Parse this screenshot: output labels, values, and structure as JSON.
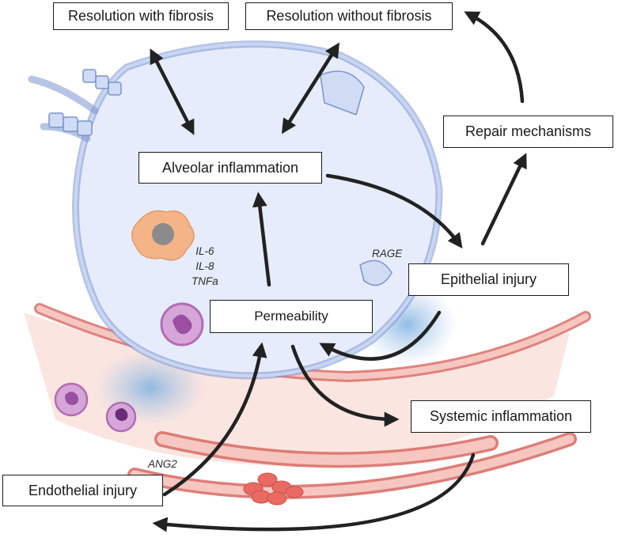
{
  "nodes": {
    "resolution_with_fibrosis": "Resolution with fibrosis",
    "resolution_without_fibrosis": "Resolution without fibrosis",
    "repair_mechanisms": "Repair mechanisms",
    "alveolar_inflammation": "Alveolar inflammation",
    "epithelial_injury": "Epithelial injury",
    "permeability": "Permeability",
    "systemic_inflammation": "Systemic inflammation",
    "endothelial_injury": "Endothelial injury"
  },
  "labels": {
    "cytokine_1": "IL-6",
    "cytokine_2": "IL-8",
    "cytokine_3": "TNFa",
    "rage": "RAGE",
    "ang2": "ANG2"
  },
  "colors": {
    "alveolus_fill": "#e6ecfb",
    "alveolus_wall": "#7a93cf",
    "vessel_fill": "#f9dcd6",
    "vessel_wall": "#d9706a",
    "macrophage": "#f4b487",
    "neutrophil": "#b26cb4",
    "arrow": "#222222"
  }
}
